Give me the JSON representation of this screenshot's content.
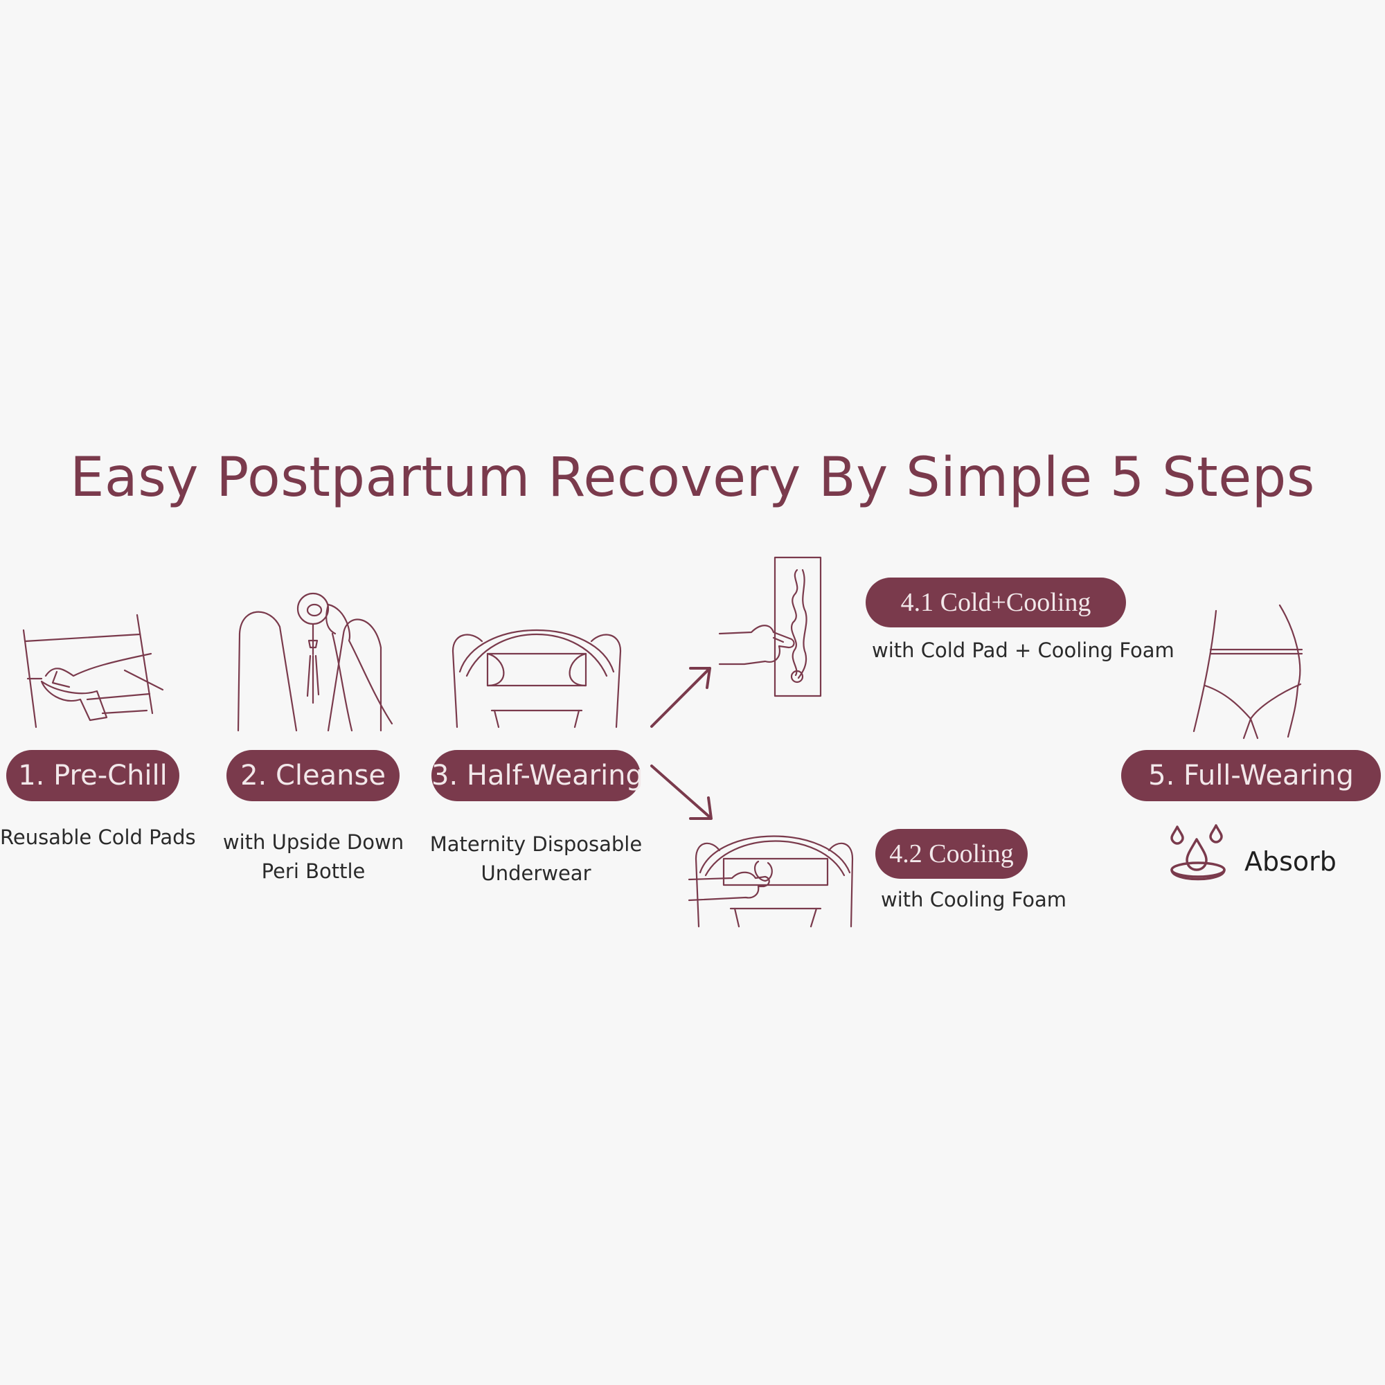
{
  "title": "Easy Postpartum Recovery By Simple 5 Steps",
  "accent_color": "#7a3a4c",
  "background_color": "#f7f7f7",
  "steps": [
    {
      "label": "1. Pre-Chill",
      "caption_lines": [
        "Reusable Cold Pads"
      ],
      "icon": "hand-wiping-pad-icon"
    },
    {
      "label": "2. Cleanse",
      "caption_lines": [
        "with Upside Down",
        "Peri Bottle"
      ],
      "icon": "peri-bottle-icon"
    },
    {
      "label": "3. Half-Wearing",
      "caption_lines": [
        "Maternity Disposable",
        "Underwear"
      ],
      "icon": "half-worn-underwear-icon"
    },
    {
      "label": "4.1 Cold+Cooling",
      "caption_lines": [
        "with Cold Pad + Cooling Foam"
      ],
      "icon": "cold-pad-foam-icon"
    },
    {
      "label": "4.2 Cooling",
      "caption_lines": [
        "with Cooling Foam"
      ],
      "icon": "cooling-foam-icon"
    },
    {
      "label": "5. Full-Wearing",
      "caption_lines": [
        "Absorb"
      ],
      "icon": "full-worn-underwear-icon"
    }
  ]
}
